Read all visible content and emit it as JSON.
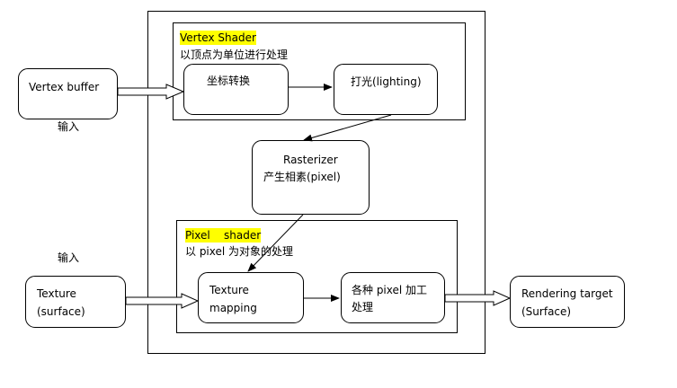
{
  "diagram": {
    "vertex_stage": {
      "title": "Vertex Shader",
      "subtitle": "以顶点为单位进行处理",
      "step1": "坐标转换",
      "step2": "打光(lighting)"
    },
    "inputs": {
      "vertex_buffer": "Vertex buffer",
      "input_label_1": "输入",
      "input_label_2": "输入",
      "texture_line1": "Texture",
      "texture_line2": "(surface)"
    },
    "rasterizer": {
      "line1": "Rasterizer",
      "line2": "产生相素(pixel)"
    },
    "pixel_stage": {
      "title_word1": "Pixel",
      "title_word2": "shader",
      "subtitle": "以 pixel 为对象的处理",
      "step1_line1": "Texture",
      "step1_line2": "mapping",
      "step2_line1": "各种  pixel 加工",
      "step2_line2": "处理"
    },
    "output": {
      "line1": "Rendering target",
      "line2": "(Surface)"
    }
  }
}
